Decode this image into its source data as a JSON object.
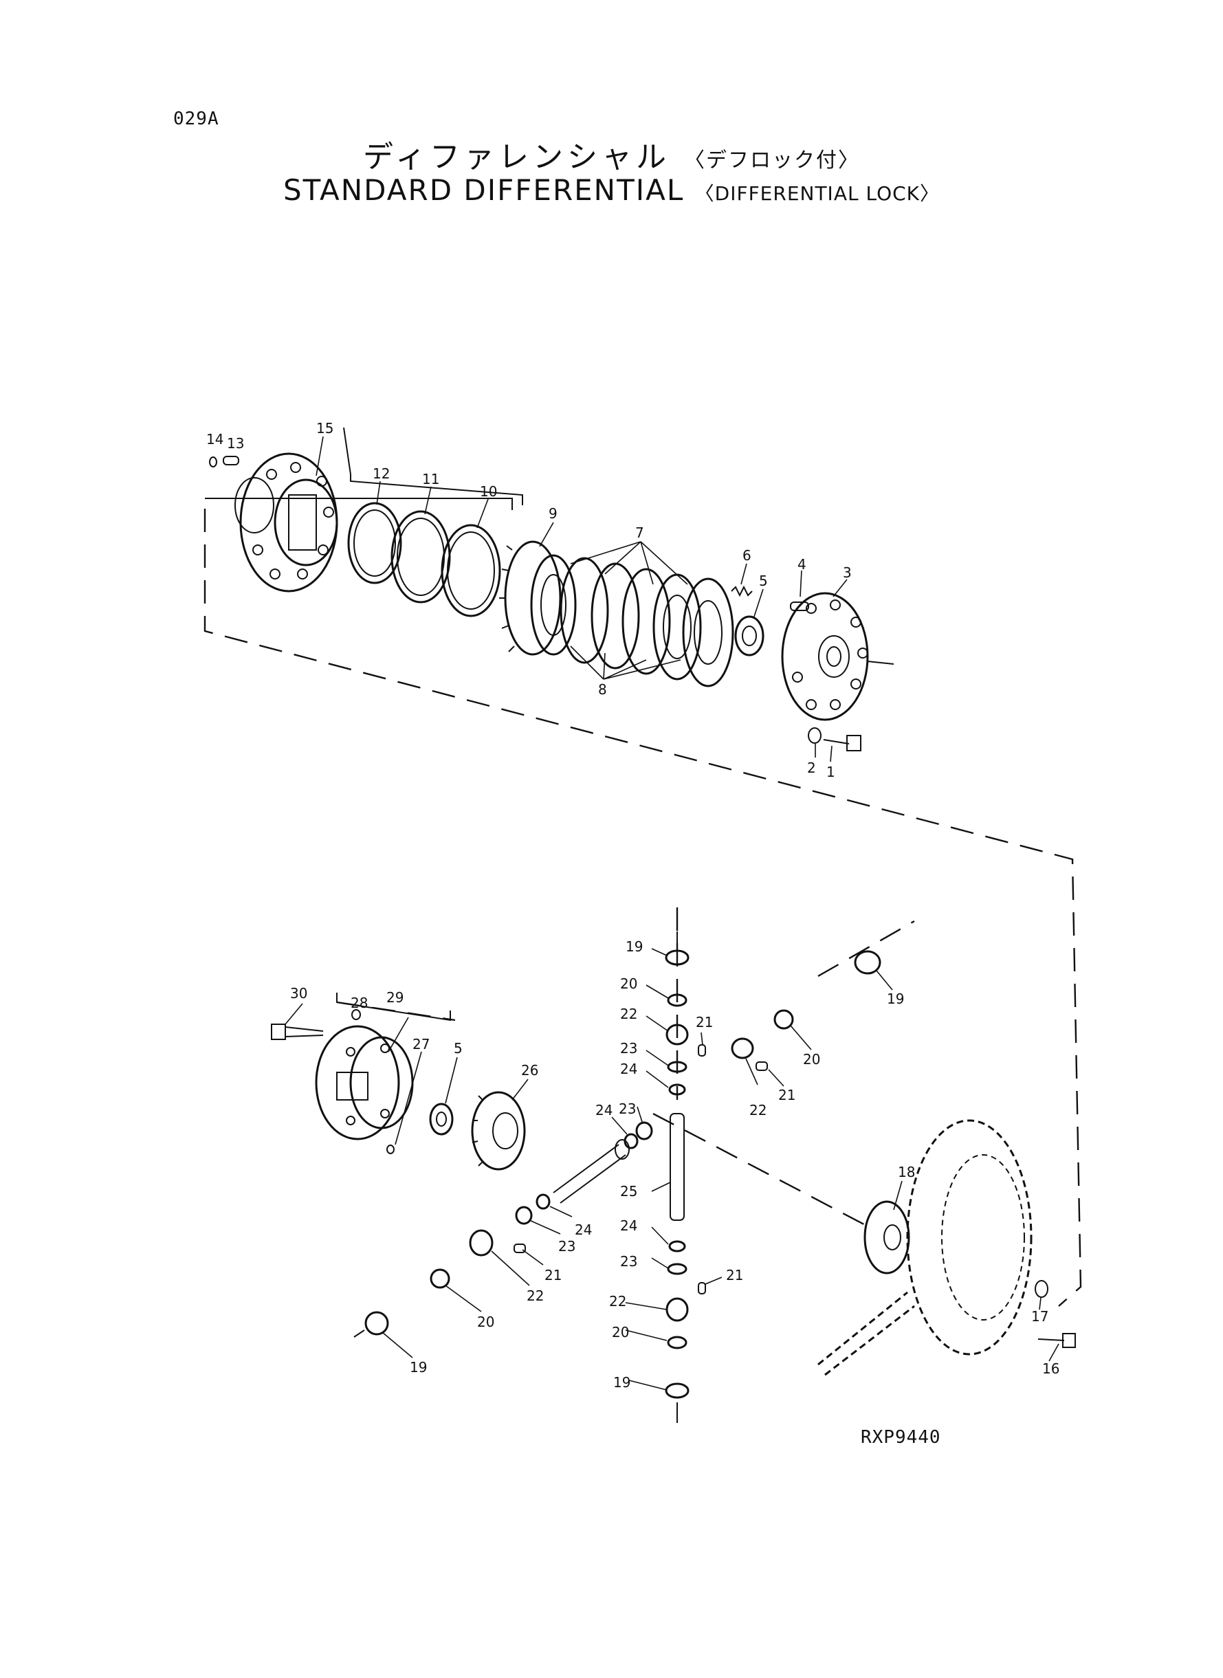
{
  "page_code": "029A",
  "title": {
    "jp_main": "ディファレンシャル",
    "jp_sub": "〈デフロック付〉",
    "en_main": "STANDARD DIFFERENTIAL",
    "en_sub": "〈DIFFERENTIAL LOCK〉"
  },
  "reference_code": "RXP9440",
  "callouts": [
    "1",
    "2",
    "3",
    "4",
    "5",
    "6",
    "7",
    "8",
    "9",
    "10",
    "11",
    "12",
    "13",
    "14",
    "15",
    "16",
    "17",
    "18",
    "19",
    "20",
    "21",
    "22",
    "23",
    "24",
    "25",
    "26",
    "27",
    "28",
    "29",
    "30"
  ]
}
